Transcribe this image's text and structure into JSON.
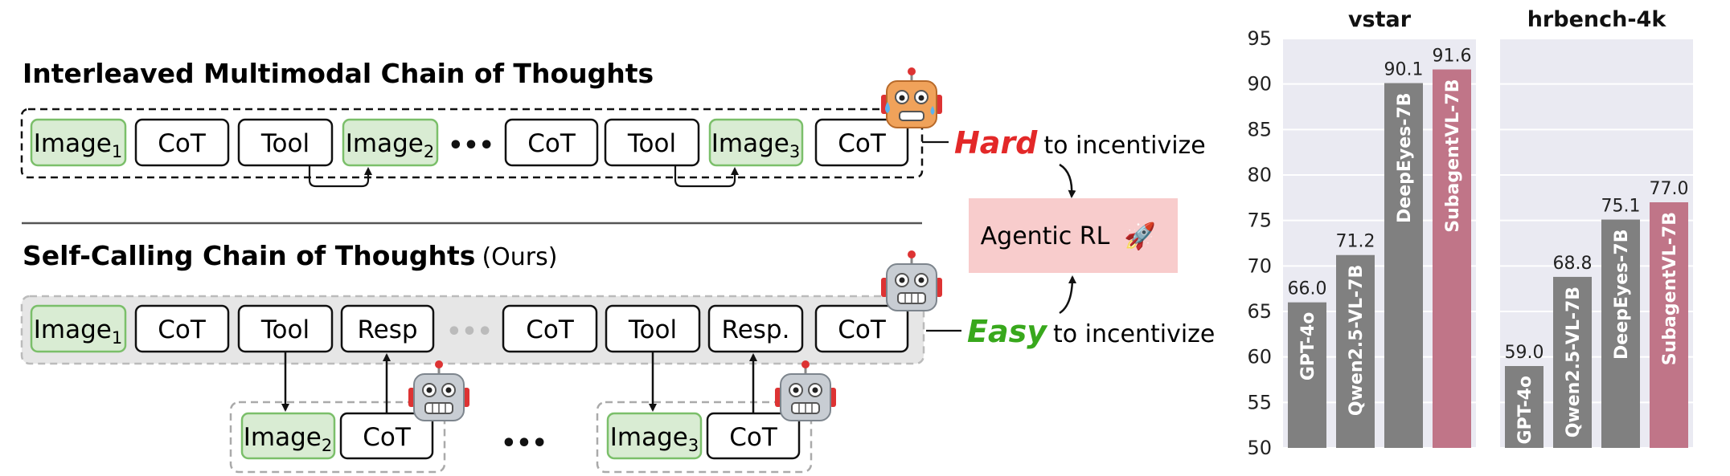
{
  "diagram": {
    "top_title": "Interleaved Multimodal Chain of Thoughts",
    "bottom_title": "Self-Calling Chain of Thoughts",
    "bottom_title_suffix": "(Ours)",
    "image_label": "Image",
    "sub1": "1",
    "sub2": "2",
    "sub3": "3",
    "cot": "CoT",
    "tool": "Tool",
    "resp": "Resp",
    "resp_dot": "Resp.",
    "dots": "•••",
    "hard": "Hard",
    "easy": "Easy",
    "incentivize": "to incentivize",
    "agentic": "Agentic RL",
    "rocket": "🚀"
  },
  "colors": {
    "image_fill": "#d9ecd3",
    "image_border": "#7bbf6a",
    "agentic_fill": "#f8cccc",
    "highlight_bar": "#c07588",
    "bar": "#808080",
    "panel_bg": "#eaeaf2"
  },
  "icons": [
    "robot-sweating-icon",
    "robot-happy-icon",
    "rocket-icon"
  ],
  "chart_data": [
    {
      "type": "bar",
      "title": "vstar",
      "categories": [
        "GPT-4o",
        "Qwen2.5-VL-7B",
        "DeepEyes-7B",
        "SubagentVL-7B"
      ],
      "values": [
        66.0,
        71.2,
        90.1,
        91.6
      ],
      "value_labels": [
        "66.0",
        "71.2",
        "90.1",
        "91.6"
      ],
      "ylim": [
        50,
        95
      ],
      "yticks": [
        "50",
        "55",
        "60",
        "65",
        "70",
        "75",
        "80",
        "85",
        "90",
        "95"
      ],
      "highlight": "SubagentVL-7B",
      "grid": true
    },
    {
      "type": "bar",
      "title": "hrbench-4k",
      "categories": [
        "GPT-4o",
        "Qwen2.5-VL-7B",
        "DeepEyes-7B",
        "SubagentVL-7B"
      ],
      "values": [
        59.0,
        68.8,
        75.1,
        77.0
      ],
      "value_labels": [
        "59.0",
        "68.8",
        "75.1",
        "77.0"
      ],
      "ylim": [
        50,
        95
      ],
      "highlight": "SubagentVL-7B",
      "grid": true
    }
  ]
}
